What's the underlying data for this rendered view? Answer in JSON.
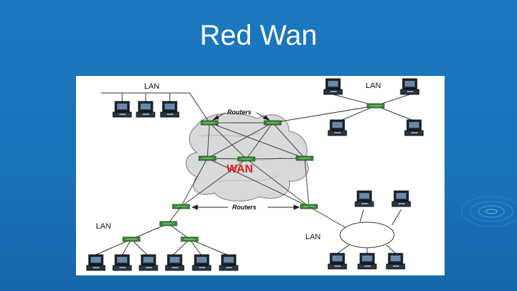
{
  "slide": {
    "title": "Red Wan"
  },
  "diagram": {
    "cloud_label": "WAN",
    "routers_top_label": "Routers",
    "routers_bottom_label": "Routers",
    "lan_top_left": "LAN",
    "lan_top_right": "LAN",
    "lan_bottom_left": "LAN",
    "lan_bottom_right": "LAN"
  },
  "colors": {
    "background": "#1a73b8",
    "cloud_label": "#e02020",
    "router": "#3a8a3a"
  }
}
